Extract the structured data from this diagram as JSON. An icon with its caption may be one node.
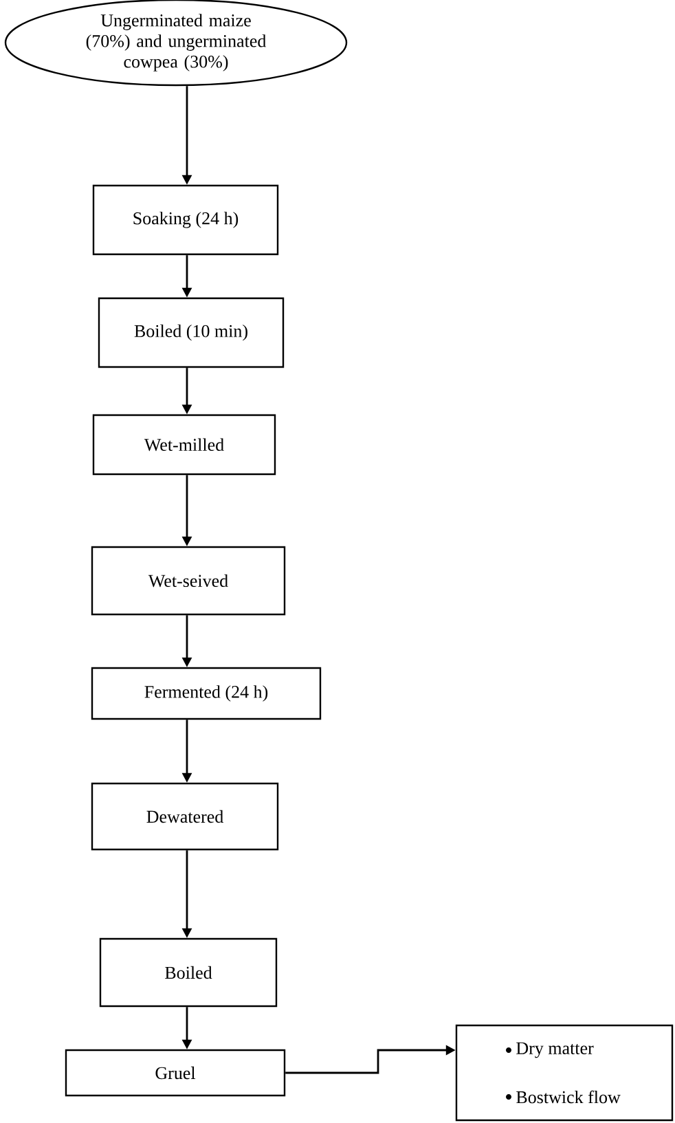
{
  "diagram": {
    "nodes": [
      {
        "text": [
          "Ungerminated maize (70%) and ungerminated cowpea (30%)"
        ]
      },
      {
        "text": [
          "Soaking (24 h)"
        ]
      },
      {
        "text": [
          "Boiled (10 min)"
        ]
      },
      {
        "text": [
          "Wet-milled"
        ]
      },
      {
        "text": [
          "Wet-seived"
        ]
      },
      {
        "text": [
          "Fermented (24 h)"
        ]
      },
      {
        "text": [
          "Dewatered"
        ]
      },
      {
        "text": [
          "Boiled"
        ]
      },
      {
        "text": [
          "Gruel"
        ]
      },
      {
        "text": [
          "Dry matter",
          "Bostwick flow"
        ]
      }
    ],
    "edges": [
      {
        "from": 0,
        "to": 1,
        "arrow": "to"
      },
      {
        "from": 1,
        "to": 2,
        "arrow": "to"
      },
      {
        "from": 2,
        "to": 3,
        "arrow": "to"
      },
      {
        "from": 3,
        "to": 4,
        "arrow": "to"
      },
      {
        "from": 4,
        "to": 5,
        "arrow": "to"
      },
      {
        "from": 5,
        "to": 6,
        "arrow": "to"
      },
      {
        "from": 6,
        "to": 7,
        "arrow": "to"
      },
      {
        "from": 7,
        "to": 8,
        "arrow": "to"
      },
      {
        "from": 8,
        "to": 9,
        "arrow": "to"
      }
    ]
  }
}
